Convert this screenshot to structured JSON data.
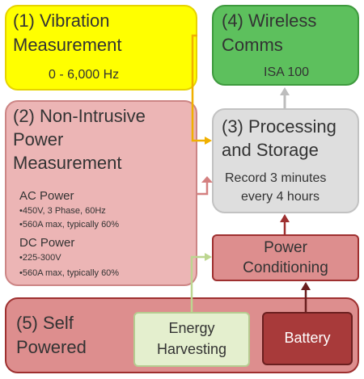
{
  "vibration": {
    "title_line1": "(1) Vibration",
    "title_line2": "Measurement",
    "range": "0 - 6,000 Hz",
    "fill": "#ffff00",
    "border": "#e6d300"
  },
  "wireless": {
    "title_line1": "(4) Wireless",
    "title_line2": "Comms",
    "standard": "ISA 100",
    "fill": "#5dc05d",
    "border": "#3e9a3e"
  },
  "power_measurement": {
    "title_line1": "(2) Non-Intrusive",
    "title_line2": "Power",
    "title_line3": "Measurement",
    "ac": {
      "heading": "AC Power",
      "line1": "•450V, 3 Phase, 60Hz",
      "line2": "•560A max, typically 60%"
    },
    "dc": {
      "heading": "DC Power",
      "line1": "•225-300V",
      "line2": "•560A max, typically 60%"
    },
    "fill": "#ecb5b5",
    "border": "#cc8585"
  },
  "processing": {
    "title_line1": "(3) Processing",
    "title_line2": "and Storage",
    "detail_line1": "Record 3 minutes",
    "detail_line2": "every 4 hours",
    "fill": "#dedede",
    "border": "#c2c2c2"
  },
  "power_conditioning": {
    "line1": "Power",
    "line2": "Conditioning",
    "fill": "#dd8e8e",
    "border": "#9e3030"
  },
  "self_powered": {
    "line1": "(5) Self",
    "line2": "Powered",
    "fill": "#dd8e8e",
    "border": "#9e3030"
  },
  "energy_harvesting": {
    "line1": "Energy",
    "line2": "Harvesting",
    "fill": "#e4efce",
    "border": "#b5cc90"
  },
  "battery": {
    "label": "Battery",
    "fill": "#a83a3a",
    "border": "#6a1f1f"
  },
  "arrow_colors": {
    "vibration_to_processing": "#f0b000",
    "power_to_processing": "#d48080",
    "processing_to_wireless": "#bdbdbd",
    "conditioning_to_processing": "#9e3030",
    "harvesting_to_conditioning": "#bcd690",
    "battery_to_conditioning": "#6a1f1f"
  }
}
